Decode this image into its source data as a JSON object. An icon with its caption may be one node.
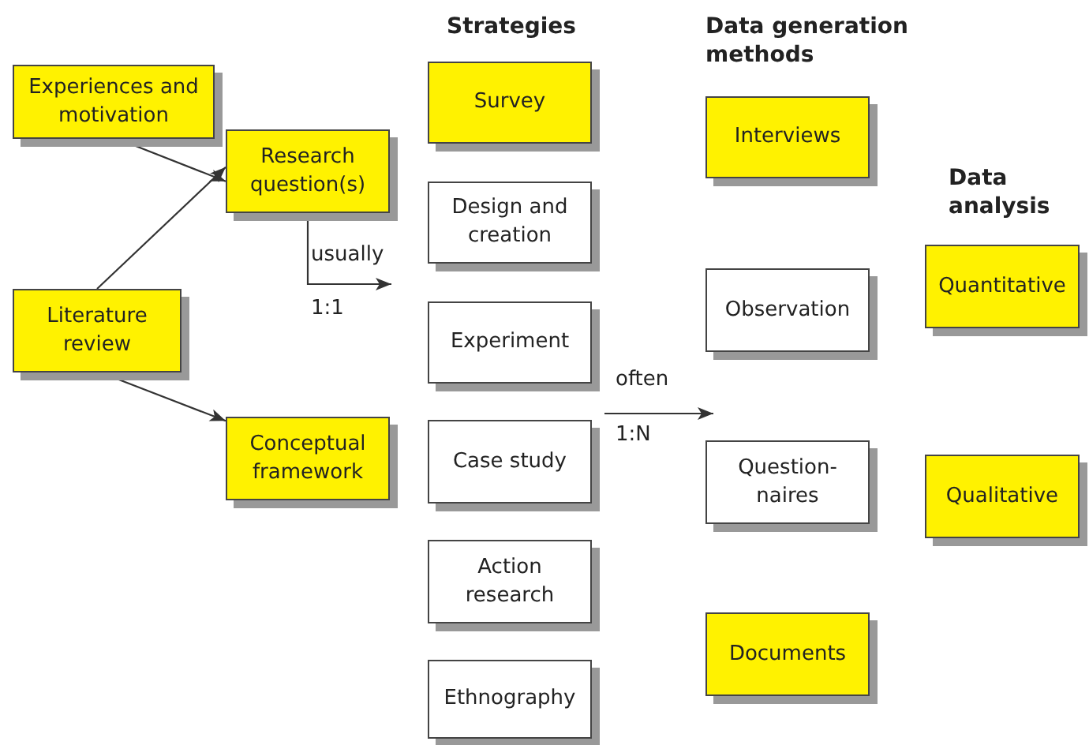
{
  "diagram": {
    "nodes": [
      {
        "text": [
          "Experiences and motivation"
        ]
      },
      {
        "text": [
          "Research question(s)"
        ]
      },
      {
        "text": [
          "Literature review"
        ]
      },
      {
        "text": [
          "Conceptual framework"
        ]
      },
      {
        "text": [
          "Survey"
        ]
      },
      {
        "text": [
          "Design and creation"
        ]
      },
      {
        "text": [
          "Experiment"
        ]
      },
      {
        "text": [
          "Case study"
        ]
      },
      {
        "text": [
          "Action research"
        ]
      },
      {
        "text": [
          "Ethnography"
        ]
      },
      {
        "text": [
          "Interviews"
        ]
      },
      {
        "text": [
          "Observation"
        ]
      },
      {
        "text": [
          "Question- naires"
        ]
      },
      {
        "text": [
          "Documents"
        ]
      },
      {
        "text": [
          "Quantitative"
        ]
      },
      {
        "text": [
          "Qualitative"
        ]
      }
    ],
    "edges": [
      {
        "from": 0,
        "to": 1,
        "arrow": "to"
      },
      {
        "from": 2,
        "to": 1,
        "arrow": "to"
      },
      {
        "from": 2,
        "to": 3,
        "arrow": "to"
      },
      {
        "from": 1,
        "to": null,
        "arrow": "to",
        "label": "usually"
      }
    ],
    "labels": [
      "Strategies",
      "Data generation methods",
      "Data analysis",
      "1:1",
      "often",
      "1:N"
    ]
  }
}
